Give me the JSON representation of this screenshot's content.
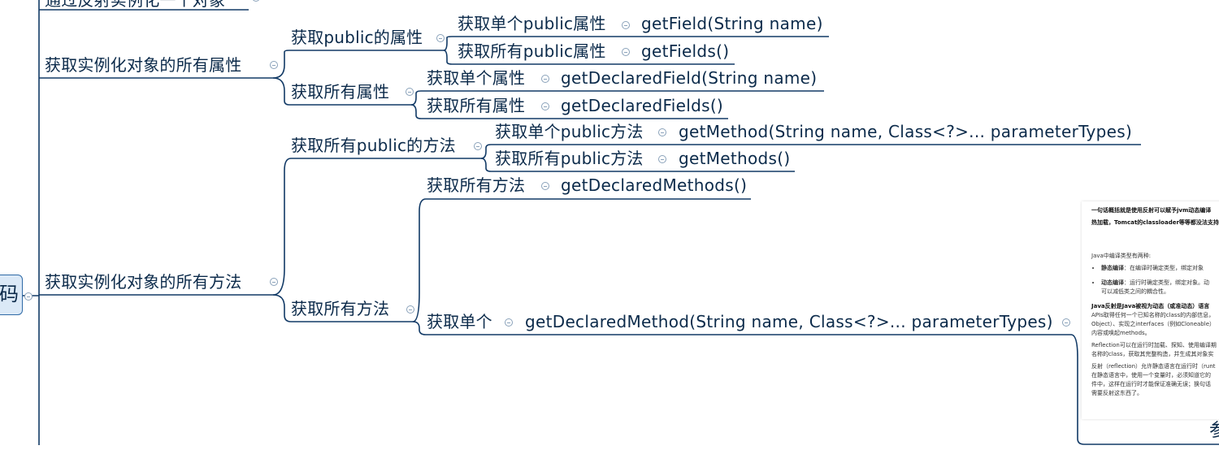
{
  "root": {
    "label": "码"
  },
  "nodes": {
    "reflect_instance": "通过反射实例化一个对象",
    "all_fields": "获取实例化对象的所有属性",
    "public_fields": "获取public的属性",
    "single_public_field": "获取单个public属性",
    "get_field": "getField(String name)",
    "all_public_fields": "获取所有public属性",
    "get_fields": "getFields()",
    "declared_fields_group": "获取所有属性",
    "single_field": "获取单个属性",
    "get_declared_field": "getDeclaredField(String name)",
    "all_fields_leaf": "获取所有属性",
    "get_declared_fields": "getDeclaredFields()",
    "all_methods": "获取实例化对象的所有方法",
    "public_methods": "获取所有public的方法",
    "single_public_method": "获取单个public方法",
    "get_method": "getMethod(String name, Class<?>... parameterTypes)",
    "all_public_methods": "获取所有public方法",
    "get_methods": "getMethods()",
    "declared_methods_group": "获取所有方法",
    "all_methods_leaf": "获取所有方法",
    "get_declared_methods": "getDeclaredMethods()",
    "single": "获取单个",
    "get_declared_method": "getDeclaredMethod(String name, Class<?>... parameterTypes)"
  },
  "doc": {
    "line1": "一句话概括就是使用反射可以赋予jvm动态编译",
    "line2": "热加载，Tomcat的classloader等等都没法支持",
    "line3": "Java中编译类型有两种:",
    "bullet1_label": "静态编译",
    "bullet1_text": "：在编译时确定类型，绑定对象",
    "bullet2_label": "动态编译",
    "bullet2_text": "：运行时确定类型，绑定对象。动",
    "bullet2_cont": "可以减低类之间的耦合性。",
    "p1_bold": "Java反射是Java被视为动态（或准动态）语言",
    "p1_l2": "APIs取得任何一个已知名称的class的内部信息，",
    "p1_l3": "Object）、实现之interfaces（例如Cloneable）",
    "p1_l4": "内容或唤起methods。",
    "p2_l1": "Reflection可以在运行时加载、探知、使用编译期",
    "p2_l2": "名称的class，获取其完整构造，并生成其对象实",
    "p3_l1": "反射（reflection）允许静态语言在运行时（runt",
    "p3_l2": "在静态语言中，使用一个变量时，必须知道它的",
    "p3_l3": "件中，这样在运行时才能保证准确无误；换句话",
    "p3_l4": "需要反射这东西了。"
  },
  "ref_label": "参"
}
